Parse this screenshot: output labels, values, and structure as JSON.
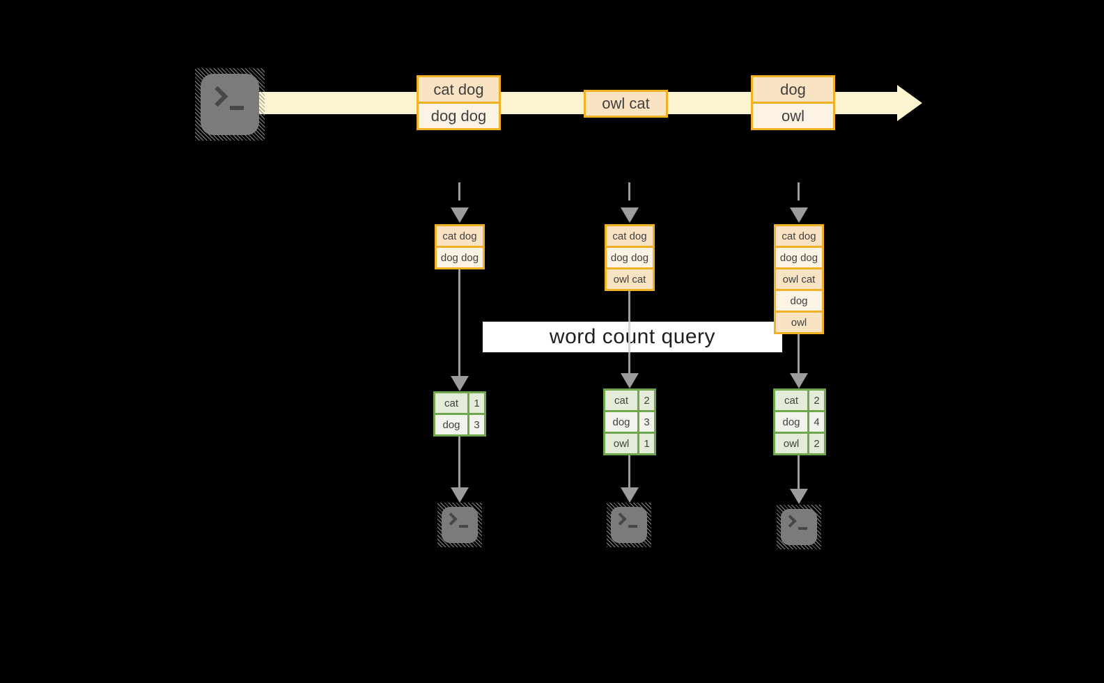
{
  "stream": {
    "source_icon": "terminal-icon",
    "batches": [
      {
        "cells": [
          "cat dog",
          "dog dog"
        ]
      },
      {
        "cells": [
          "owl cat"
        ]
      },
      {
        "cells": [
          "dog",
          "owl"
        ]
      }
    ]
  },
  "query": {
    "label": "word count query"
  },
  "columns": [
    {
      "input": {
        "cells": [
          "cat dog",
          "dog dog"
        ]
      },
      "counts": [
        {
          "word": "cat",
          "count": "1"
        },
        {
          "word": "dog",
          "count": "3"
        }
      ],
      "sink_icon": "terminal-icon"
    },
    {
      "input": {
        "cells": [
          "cat dog",
          "dog dog",
          "owl cat"
        ]
      },
      "counts": [
        {
          "word": "cat",
          "count": "2"
        },
        {
          "word": "dog",
          "count": "3"
        },
        {
          "word": "owl",
          "count": "1"
        }
      ],
      "sink_icon": "terminal-icon"
    },
    {
      "input": {
        "cells": [
          "cat dog",
          "dog dog",
          "owl cat",
          "dog",
          "owl"
        ]
      },
      "counts": [
        {
          "word": "cat",
          "count": "2"
        },
        {
          "word": "dog",
          "count": "4"
        },
        {
          "word": "owl",
          "count": "2"
        }
      ],
      "sink_icon": "terminal-icon"
    }
  ],
  "colors": {
    "background": "#000000",
    "stream_band": "#fcf3d1",
    "box_border": "#f0b125",
    "cell_dark": "#fae3c2",
    "cell_light": "#fdf3e4",
    "table_border": "#6fa74f",
    "table_cell_dark": "#e4ebd9",
    "table_cell_light": "#f0f4ec",
    "arrow_gray": "#9c9c9c",
    "terminal_gray": "#7b7b7b",
    "banner_bg": "#ffffff"
  }
}
